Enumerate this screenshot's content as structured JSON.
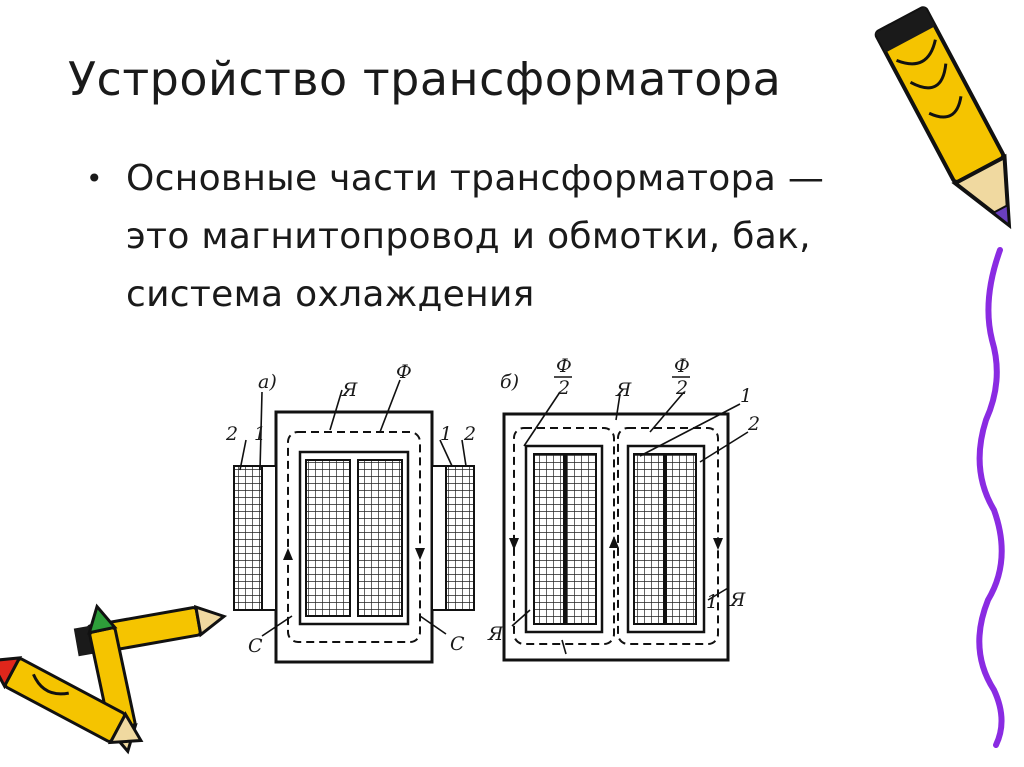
{
  "slide": {
    "title": "Устройство трансформатора",
    "bullets": [
      {
        "marker": "•",
        "lines": [
          "Основные части трансформатора —",
          "это магнитопровод и обмотки, бак,",
          "система охлаждения"
        ]
      }
    ]
  },
  "diagram_a": {
    "panel_label": "а)",
    "flux_label": "Ф",
    "yoke_label": "Я",
    "winding_2_left": "2",
    "winding_1_left": "1",
    "winding_1_right": "1",
    "winding_2_right": "2",
    "core_label_left": "С",
    "core_label_right": "С"
  },
  "diagram_b": {
    "panel_label": "б)",
    "flux_half_left_num": "Ф",
    "flux_half_left_den": "2",
    "flux_half_right_num": "Ф",
    "flux_half_right_den": "2",
    "yoke_label_top": "Я",
    "yoke_label_right": "Я",
    "yoke_label_bottom": "Я",
    "winding_1": "1",
    "winding_2": "2",
    "core_label_right": "1"
  },
  "colors": {
    "pencil_yellow": "#f5c400",
    "pencil_outline": "#111111",
    "purple_line": "#8a2be2",
    "crayon_red": "#e0261b",
    "crayon_green": "#2e9e3a"
  },
  "icons": [
    "pencil-icon",
    "crayon-bundle-icon",
    "wavy-line-decoration"
  ]
}
